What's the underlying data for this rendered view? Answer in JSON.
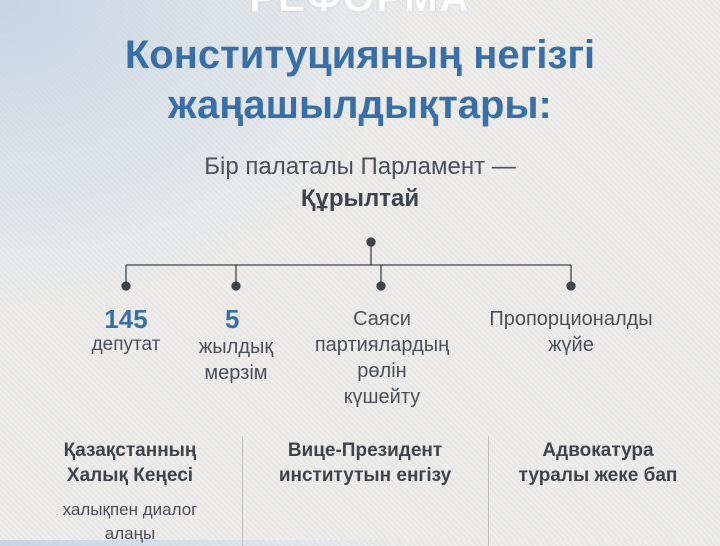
{
  "header": {
    "top_word": "РЕФОРМА",
    "title_line1": "Конституцияның негізгі",
    "title_line2": "жаңашылдықтары:"
  },
  "subtitle": {
    "line1": "Бір палаталы Парламент —",
    "line2": "Құрылтай"
  },
  "items": [
    {
      "number": "145",
      "label": "депутат"
    },
    {
      "number": "5",
      "label_line1": "жылдық",
      "label_line2": "мерзім"
    },
    {
      "line1": "Саяси",
      "line2": "партиялардың",
      "line3": "рөлін",
      "line4": "күшейту"
    },
    {
      "line1": "Пропорционалды",
      "line2": "жүйе"
    }
  ],
  "bottom": [
    {
      "title_line1": "Қазақстанның",
      "title_line2": "Халық Кеңесі",
      "text_line1": "халықпен диалог",
      "text_line2": "алаңы"
    },
    {
      "title_line1": "Вице-Президент",
      "title_line2": "институтын енгізу"
    },
    {
      "title_line1": "Адвокатура",
      "title_line2": "туралы жеке бап"
    }
  ],
  "colors": {
    "accent": "#3a6fa5",
    "text": "#3f444b",
    "line": "#3f444b"
  }
}
